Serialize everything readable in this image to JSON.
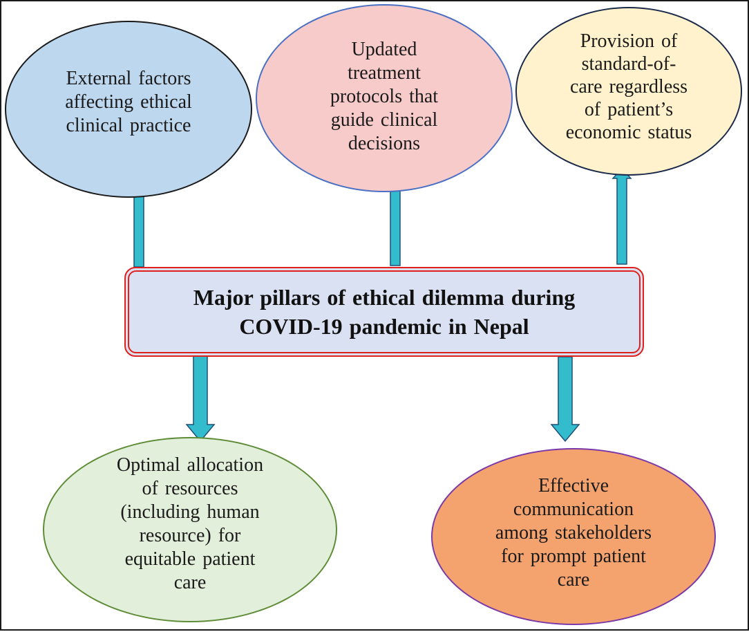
{
  "center": {
    "text": "Major pillars of ethical dilemma during\nCOVID-19 pandemic in Nepal"
  },
  "nodes": [
    {
      "text": "External factors\naffecting ethical\nclinical practice"
    },
    {
      "text": "Updated\ntreatment\nprotocols that\nguide clinical\ndecisions"
    },
    {
      "text": "Provision of\nstandard-of-\ncare regardless\nof patient’s\neconomic status"
    },
    {
      "text": "Optimal allocation\nof resources\n(including human\nresource) for\nequitable patient\ncare"
    },
    {
      "text": "Effective\ncommunication\namong stakeholders\nfor prompt patient\ncare"
    }
  ],
  "colors": {
    "arrow_fill": "#33bccc",
    "arrow_stroke": "#1f4e79",
    "center_fill": "#d9e1f2",
    "center_border": "#e0201c",
    "node_1_fill": "#bdd7ee",
    "node_2_fill": "#f8cbcb",
    "node_3_fill": "#fff2cc",
    "node_4_fill": "#e2efda",
    "node_5_fill": "#f4a36f"
  }
}
